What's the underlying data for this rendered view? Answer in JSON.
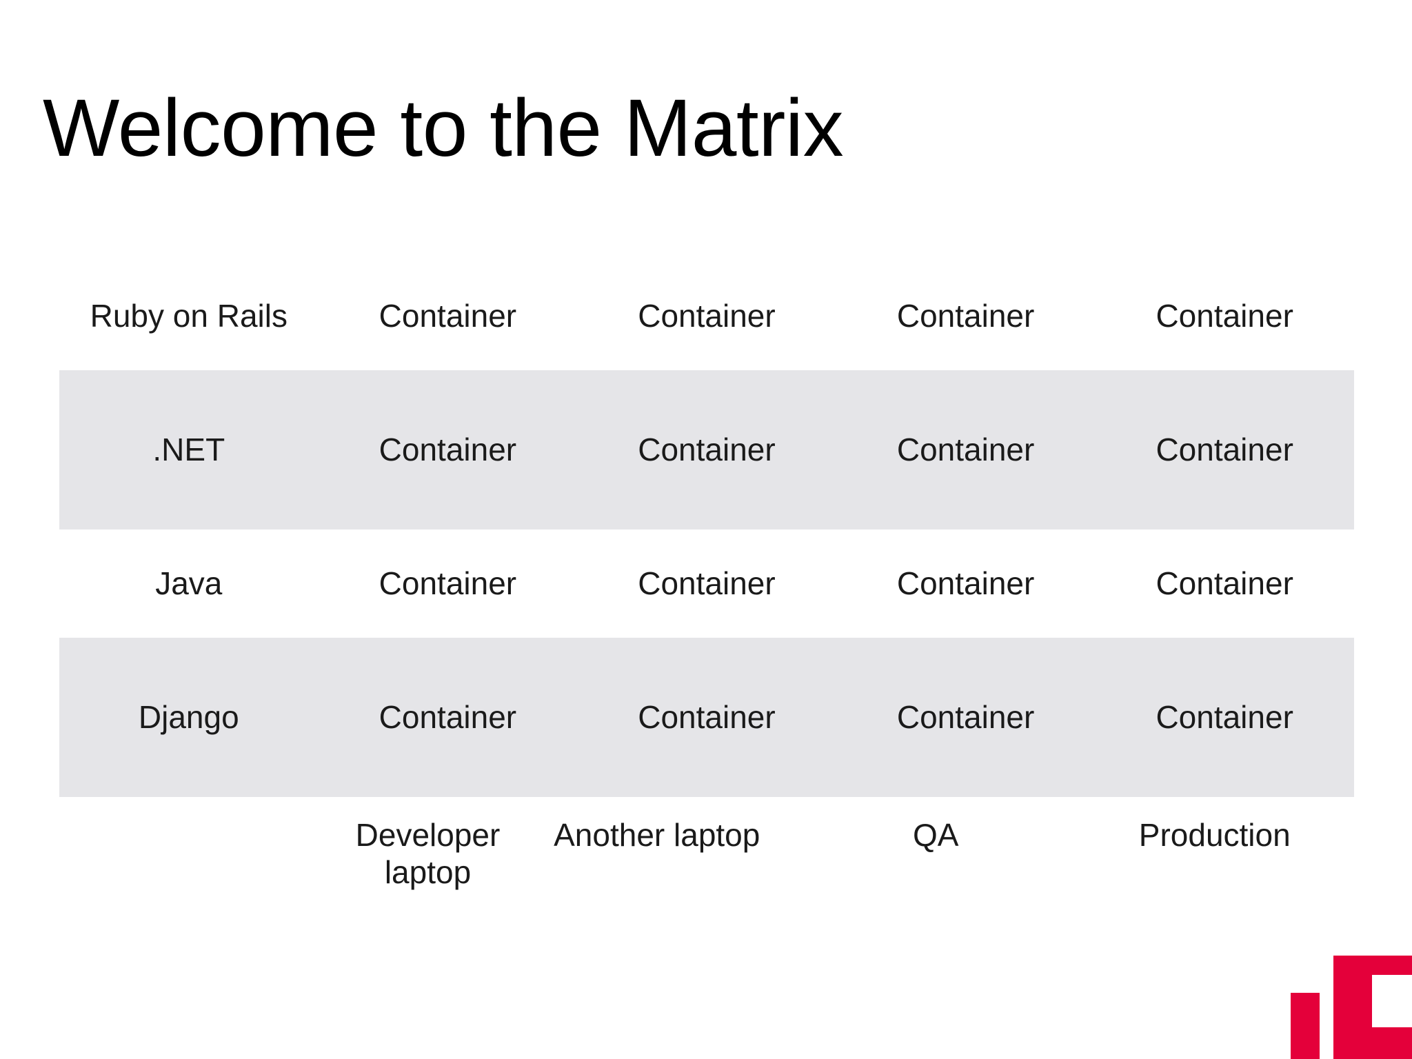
{
  "slide": {
    "title": "Welcome to the Matrix",
    "background_color": "#ffffff",
    "text_color": "#000000"
  },
  "colors": {
    "shaded_row": "#e5e5e8",
    "logo_red": "#e4003a",
    "text": "#1a1a1a"
  },
  "matrix": {
    "row_labels": [
      "Ruby on Rails",
      ".NET",
      "Java",
      "Django"
    ],
    "column_labels": [
      "",
      "Developer laptop",
      "Another laptop",
      "QA",
      "Production"
    ],
    "cell_value": "Container",
    "rows": [
      {
        "label": "Ruby on Rails",
        "shaded": false,
        "cells": [
          "Container",
          "Container",
          "Container",
          "Container"
        ]
      },
      {
        "label": ".NET",
        "shaded": true,
        "cells": [
          "Container",
          "Container",
          "Container",
          "Container"
        ]
      },
      {
        "label": "Java",
        "shaded": false,
        "cells": [
          "Container",
          "Container",
          "Container",
          "Container"
        ]
      },
      {
        "label": "Django",
        "shaded": true,
        "cells": [
          "Container",
          "Container",
          "Container",
          "Container"
        ]
      }
    ],
    "footer": {
      "corner": "",
      "environments": [
        "Developer laptop",
        "Another laptop",
        "QA",
        "Production"
      ]
    }
  },
  "logo": {
    "name": "corner-brand-logo",
    "color": "#e4003a"
  }
}
